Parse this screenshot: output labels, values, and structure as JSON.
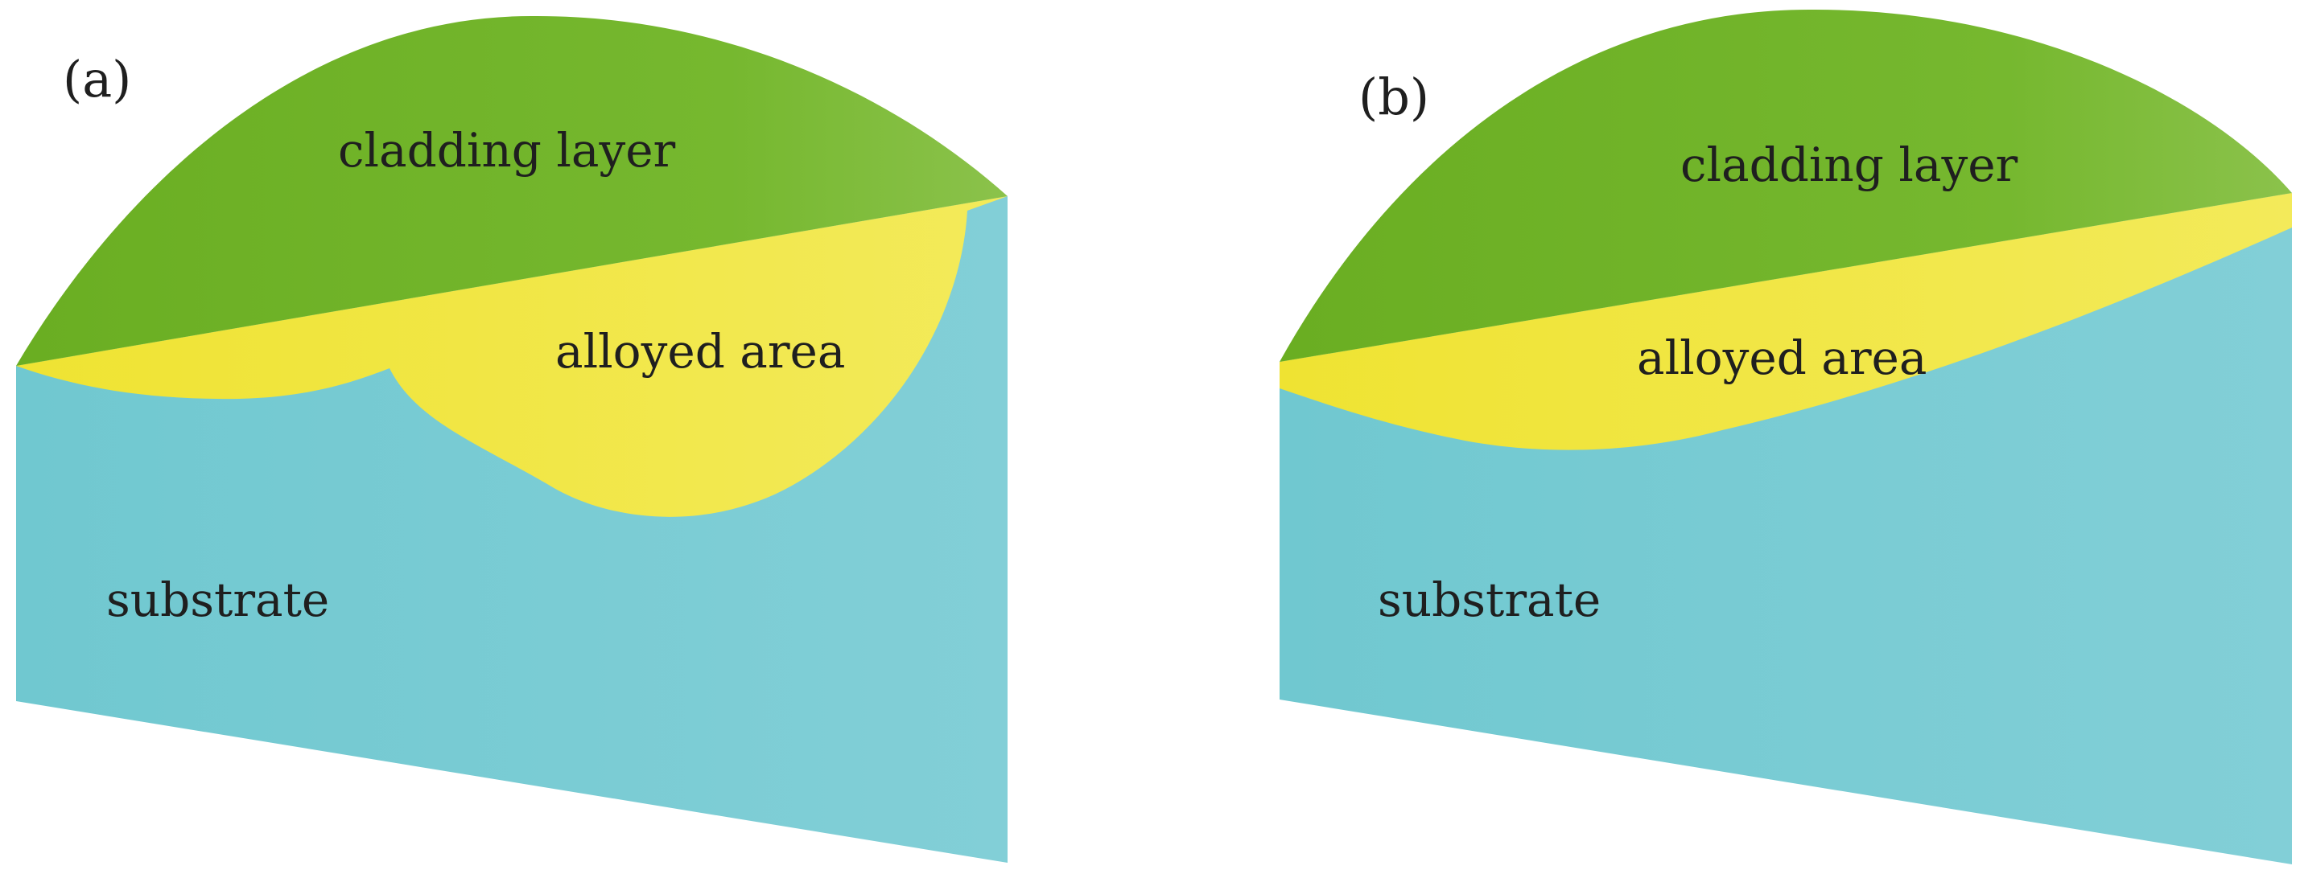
{
  "panels": [
    {
      "label": "(a)",
      "cladding_label": "cladding layer",
      "alloyed_label": "alloyed area",
      "substrate_label": "substrate"
    },
    {
      "label": "(b)",
      "cladding_label": "cladding layer",
      "alloyed_label": "alloyed area",
      "substrate_label": "substrate"
    }
  ],
  "colors": {
    "cladding": "#76b82f",
    "cladding_light": "#8cc24c",
    "alloyed": "#f1e63f",
    "substrate": "#75cbd3"
  }
}
